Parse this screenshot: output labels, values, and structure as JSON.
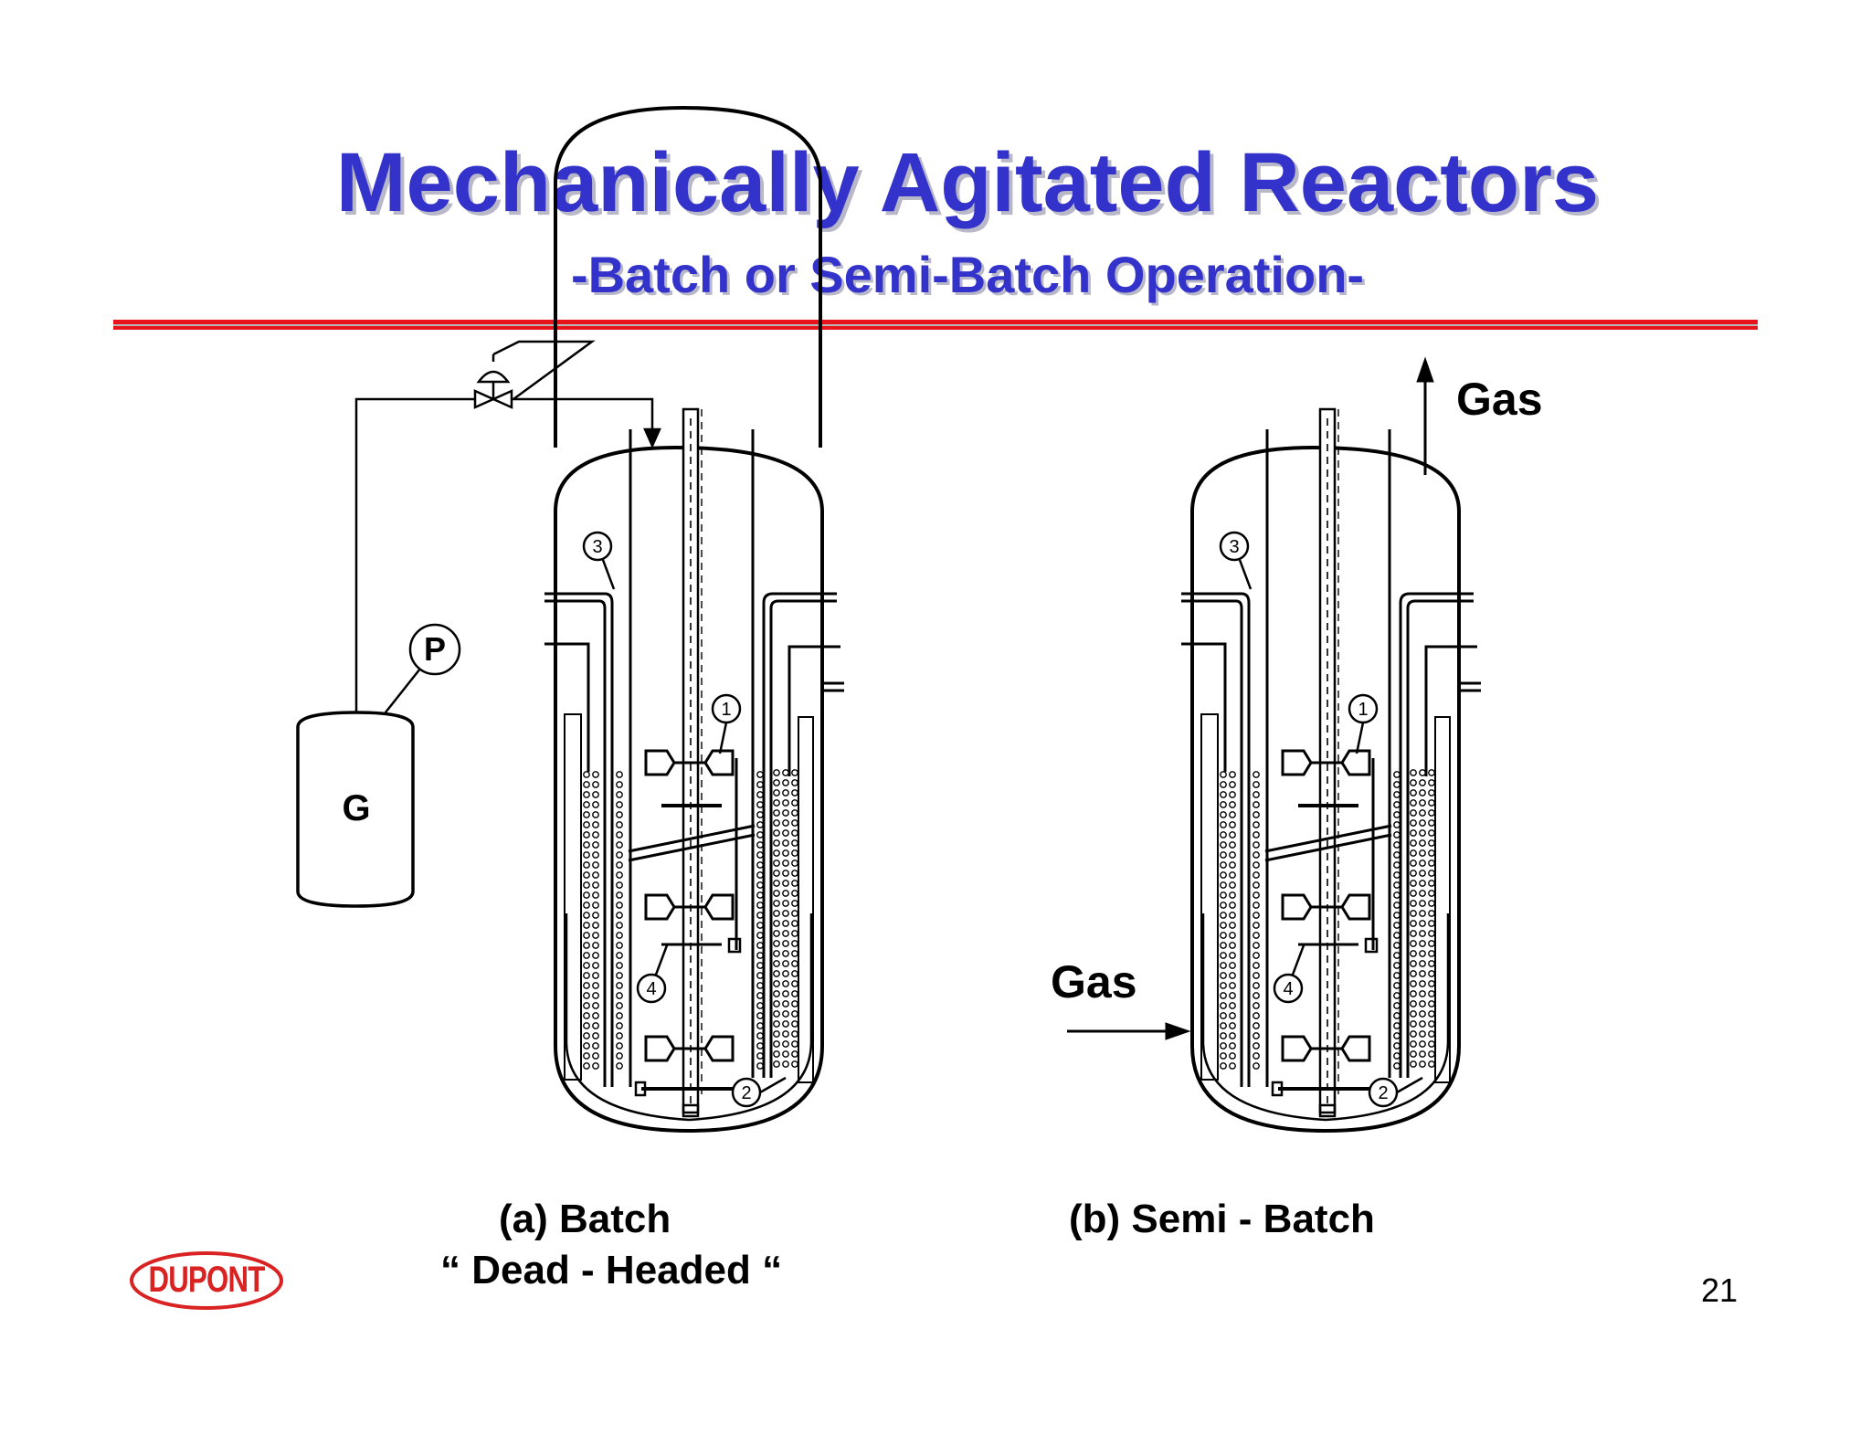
{
  "slide": {
    "title": "Mechanically Agitated Reactors",
    "subtitle": "-Batch or Semi-Batch Operation-",
    "page_number": "21",
    "colors": {
      "title": "#3333cc",
      "rule": "#e8141b",
      "logo": "#d92222"
    }
  },
  "diagram": {
    "tank_label": "G",
    "pressure_label": "P",
    "gas_out_label": "Gas",
    "gas_in_label": "Gas",
    "part_numbers": [
      "1",
      "2",
      "3",
      "4"
    ],
    "caption_a_line1": "(a)  Batch",
    "caption_a_line2": "“ Dead - Headed “",
    "caption_b": "(b)  Semi - Batch"
  },
  "logo": {
    "text": "DUPONT"
  }
}
